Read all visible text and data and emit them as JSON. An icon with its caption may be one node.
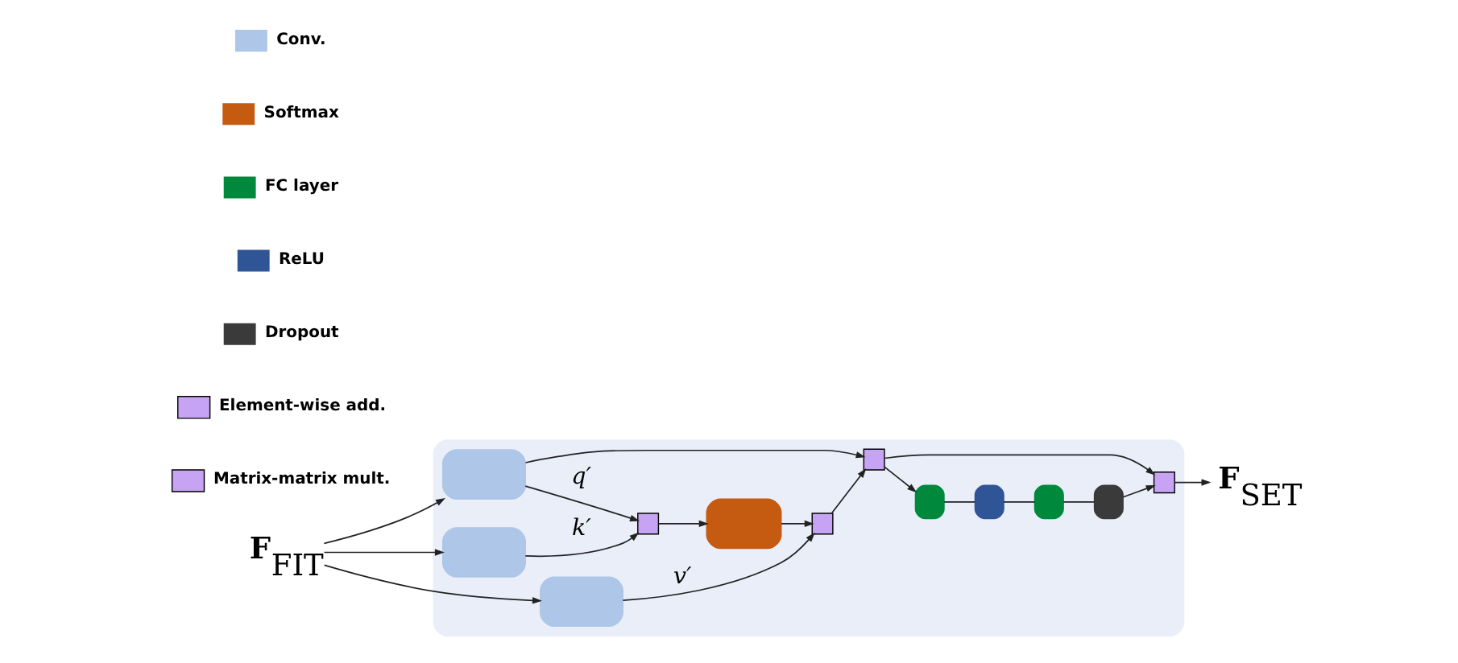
{
  "diagram": {
    "nodes": [
      {
        "text": [],
        "shape": "box"
      },
      {
        "text": [
          "**F**$_{FIT}$"
        ]
      },
      {
        "text": [],
        "shape": "box",
        "in": 0
      },
      {
        "text": [],
        "shape": "box",
        "in": 0
      },
      {
        "text": [],
        "shape": "box",
        "in": 0
      },
      {
        "text": [],
        "shape": "box",
        "in": 0
      },
      {
        "text": [],
        "shape": "box",
        "in": 0
      },
      {
        "text": [],
        "shape": "box",
        "in": 0
      },
      {
        "text": [],
        "shape": "box",
        "in": 0
      },
      {
        "text": [],
        "shape": "box",
        "in": 0
      },
      {
        "text": [],
        "shape": "box",
        "in": 0
      },
      {
        "text": [],
        "shape": "box",
        "in": 0
      },
      {
        "text": [],
        "shape": "box",
        "in": 0
      },
      {
        "text": [],
        "shape": "box",
        "in": 0
      },
      {
        "text": [
          "**F**$_{SET}$"
        ]
      }
    ],
    "edges": [
      {
        "from": 1,
        "to": 2,
        "arrow": "to"
      },
      {
        "from": 1,
        "to": 3,
        "arrow": "to"
      },
      {
        "from": 1,
        "to": 4,
        "arrow": "to"
      },
      {
        "from": 2,
        "to": 5,
        "arrow": "to",
        "label": "*q′*"
      },
      {
        "from": 2,
        "to": 8,
        "arrow": "to"
      },
      {
        "from": 3,
        "to": 5,
        "arrow": "to",
        "label": "*k′*"
      },
      {
        "from": 5,
        "to": 6,
        "arrow": "to"
      },
      {
        "from": 6,
        "to": 7,
        "arrow": "to"
      },
      {
        "from": 4,
        "to": 7,
        "arrow": "to",
        "label": "*v′*"
      },
      {
        "from": 7,
        "to": 8,
        "arrow": "to"
      },
      {
        "from": 8,
        "to": 9,
        "arrow": "to"
      },
      {
        "from": 8,
        "to": 13,
        "arrow": "to"
      },
      {
        "from": 9,
        "to": 10,
        "arrow": "none"
      },
      {
        "from": 10,
        "to": 11,
        "arrow": "none"
      },
      {
        "from": 11,
        "to": 12,
        "arrow": "none"
      },
      {
        "from": 12,
        "to": 13,
        "arrow": "to"
      },
      {
        "from": 13,
        "to": 14,
        "arrow": "to"
      }
    ],
    "legend": [
      {
        "text": "Conv.",
        "color": "#aec6e8"
      },
      {
        "text": "Softmax",
        "color": "#c55a11"
      },
      {
        "text": "FC layer",
        "color": "#00883d"
      },
      {
        "text": "ReLU",
        "color": "#2f5597"
      },
      {
        "text": "Dropout",
        "color": "#3a3a3a"
      },
      {
        "text": "Element-wise add."
      },
      {
        "text": "Matrix-matrix mult."
      }
    ]
  }
}
